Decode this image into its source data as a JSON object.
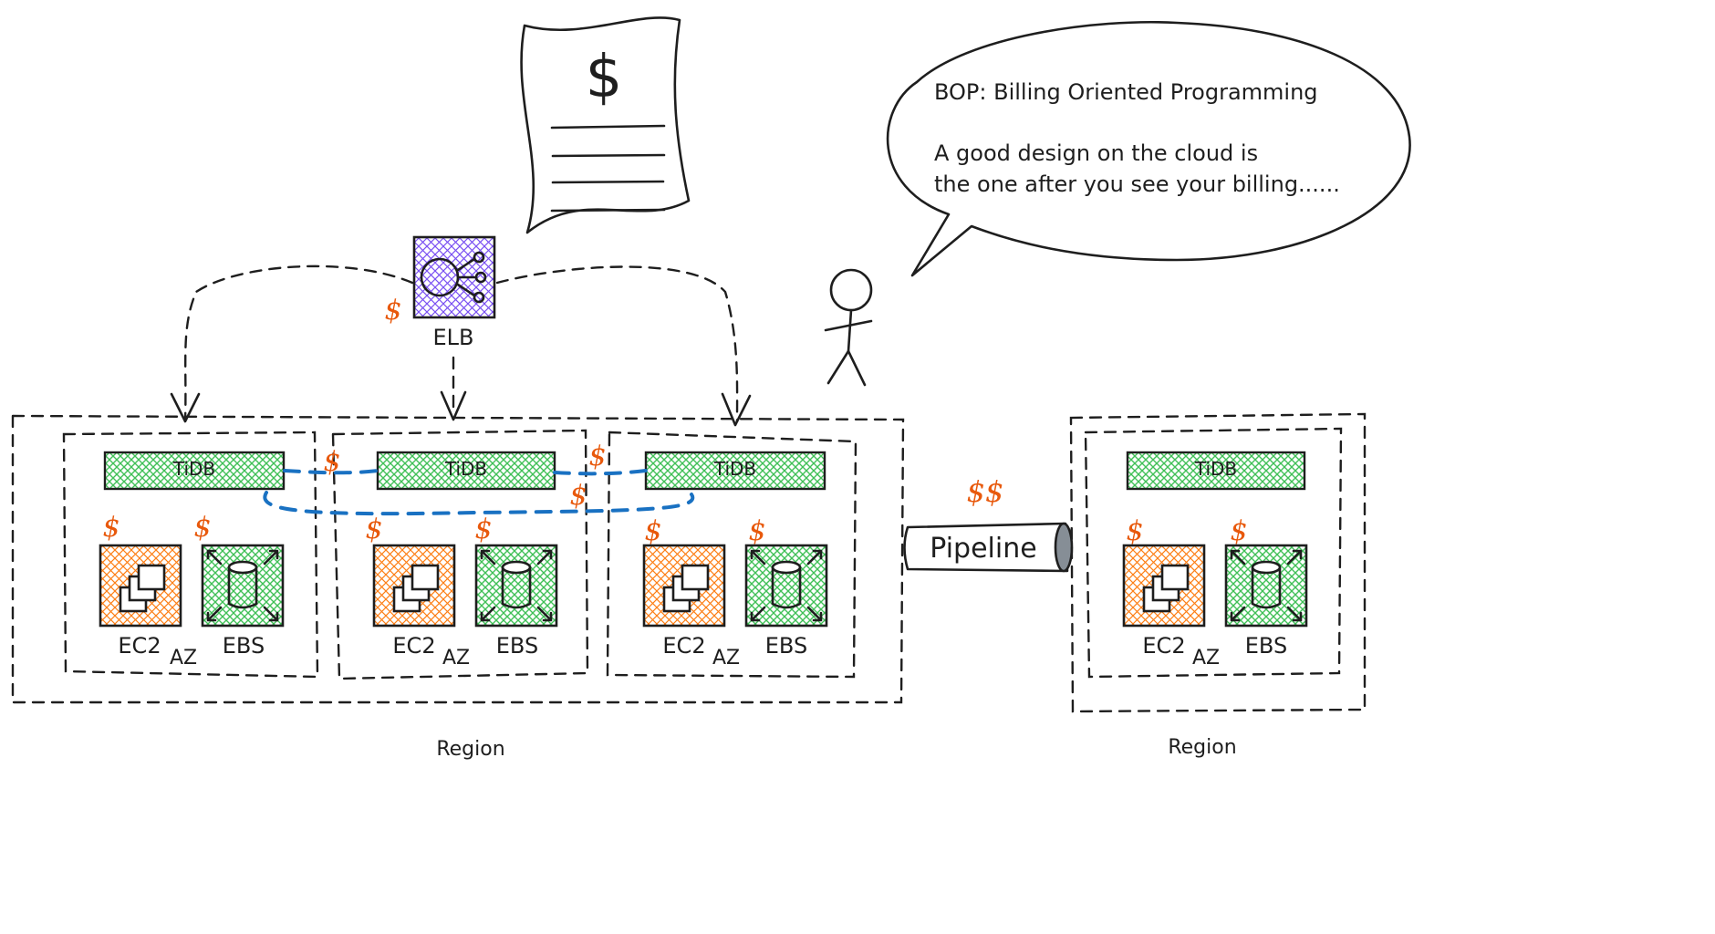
{
  "speech": {
    "line1": "BOP: Billing Oriented Programming",
    "line2": "A good design on the cloud is",
    "line3": "the one after you see your billing......"
  },
  "bill_symbol": "$",
  "elb": {
    "label": "ELB",
    "cost": "$"
  },
  "regions": [
    {
      "label": "Region",
      "azs": [
        {
          "tidb": "TiDB",
          "ec2": "EC2",
          "ebs": "EBS",
          "az": "AZ",
          "ec2_cost": "$",
          "ebs_cost": "$"
        },
        {
          "tidb": "TiDB",
          "ec2": "EC2",
          "ebs": "EBS",
          "az": "AZ",
          "ec2_cost": "$",
          "ebs_cost": "$"
        },
        {
          "tidb": "TiDB",
          "ec2": "EC2",
          "ebs": "EBS",
          "az": "AZ",
          "ec2_cost": "$",
          "ebs_cost": "$"
        }
      ]
    },
    {
      "label": "Region",
      "azs": [
        {
          "tidb": "TiDB",
          "ec2": "EC2",
          "ebs": "EBS",
          "az": "AZ",
          "ec2_cost": "$",
          "ebs_cost": "$"
        }
      ]
    }
  ],
  "cross_az_costs": [
    "$",
    "$",
    "$"
  ],
  "pipeline": {
    "label": "Pipeline",
    "cost": "$$"
  },
  "colors": {
    "tidb_fill": "#40c057",
    "ec2_fill": "#fd7e14",
    "ebs_fill": "#40c057",
    "elb_fill": "#7950f2",
    "cost": "#e8590c",
    "replication": "#1971c2",
    "pipeline_end": "#868e96"
  }
}
